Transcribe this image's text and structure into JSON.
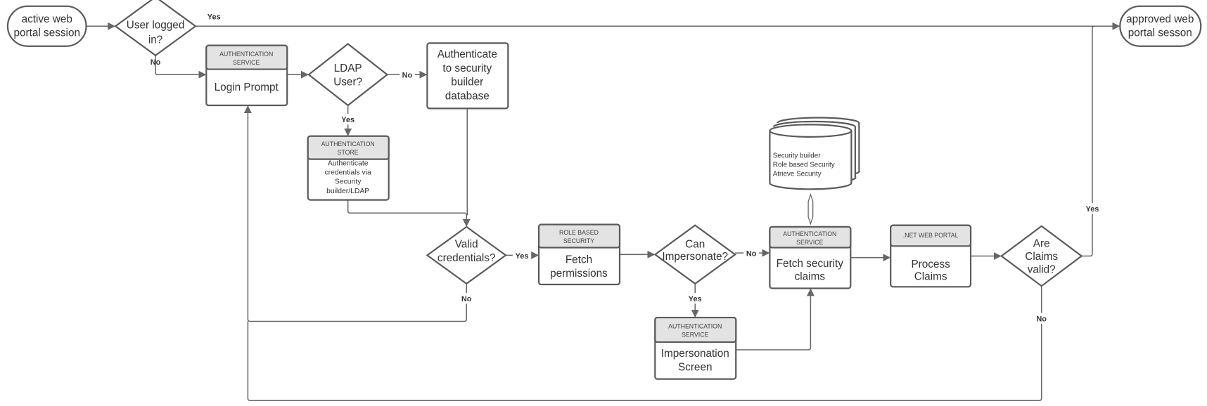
{
  "colors": {
    "stroke": "#5a5a5a",
    "header_fill": "#e3e3e3",
    "text": "#333333"
  },
  "nodes": {
    "start": [
      "active web",
      "portal session"
    ],
    "user_logged_in": [
      "User logged",
      "in?"
    ],
    "login": {
      "header": [
        "AUTHENTICATION",
        "SERVICE"
      ],
      "body": [
        "Login Prompt"
      ]
    },
    "ldap_user": [
      "LDAP",
      "User?"
    ],
    "auth_db": [
      "Authenticate",
      "to security",
      "builder",
      "database"
    ],
    "auth_store": {
      "header": [
        "AUTHENTICATION",
        "STORE"
      ],
      "body": [
        "Authenticate",
        "credentials via",
        "Security",
        "builder/LDAP"
      ]
    },
    "valid_credentials": [
      "Valid",
      "credentials?"
    ],
    "fetch_permissions": {
      "header": [
        "ROLE BASED",
        "SECURITY"
      ],
      "body": [
        "Fetch",
        "permissions"
      ]
    },
    "can_impersonate": [
      "Can",
      "Impersonate?"
    ],
    "impersonation": {
      "header": [
        "AUTHENTICATION",
        "SERVICE"
      ],
      "body": [
        "Impersonation",
        "Screen"
      ]
    },
    "database": [
      "Security builder",
      "Role based Security",
      "Atrieve Security"
    ],
    "fetch_claims": {
      "header": [
        "AUTHENTICATION",
        "SERVICE"
      ],
      "body": [
        "Fetch security",
        "claims"
      ]
    },
    "process_claims": {
      "header": [
        ".NET WEB PORTAL"
      ],
      "body": [
        "Process",
        "Claims"
      ]
    },
    "claims_valid": [
      "Are",
      "Claims",
      "valid?"
    ],
    "end": [
      "approved web",
      "portal sesson"
    ]
  },
  "edge_labels": {
    "yes": "Yes",
    "no": "No"
  }
}
